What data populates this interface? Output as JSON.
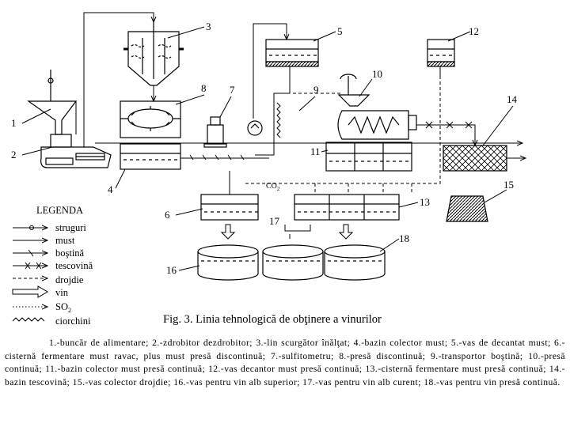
{
  "diagram": {
    "numbers": [
      "1",
      "2",
      "3",
      "4",
      "5",
      "6",
      "7",
      "8",
      "9",
      "10",
      "11",
      "12",
      "13",
      "14",
      "15",
      "16",
      "17",
      "18"
    ],
    "co2_label": "CO",
    "co2_sub": "2"
  },
  "legend": {
    "title": "LEGENDA",
    "items": [
      "struguri",
      "must",
      "boştină",
      "tescovină",
      "drojdie",
      "vin",
      "SO",
      "ciorchini"
    ],
    "so2_sub": "2"
  },
  "caption": "Fig. 3.   Linia tehnologică de obţinere a vinurilor",
  "notes": [
    "1.-buncăr de alimentare;",
    "2.-zdrobitor dezdrobitor;",
    "3.-lin scurgător înălţat;",
    "4.-bazin colector must;",
    "5.-vas de decantat must;",
    "6.-cisternă fermentare must ravac, plus must presă discontinuă;",
    "7.-sulfitometru;",
    "8.-presă discontinuă;",
    "9.-transportor boştină;",
    "10.-presă continuă;",
    "11.-bazin colector must presă continuă;",
    "12.-vas decantor must presă continuă;",
    "13.-cisternă fermentare must presă continuă;",
    "14.-bazin tescovină;",
    "15.-vas colector drojdie;",
    "16.-vas pentru vin alb superior;",
    "17.-vas pentru vin alb curent;",
    "18.-vas pentru vin presă continuă."
  ]
}
